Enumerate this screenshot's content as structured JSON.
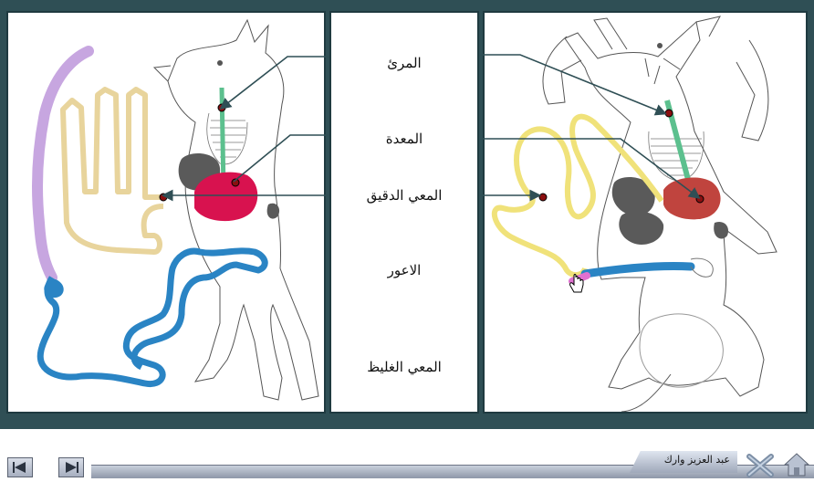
{
  "labels": {
    "esophagus": "المرئ",
    "stomach": "المعدة",
    "small_intestine": "المعي الدقيق",
    "caecum": "الاعور",
    "large_intestine": "المعي الغليظ"
  },
  "toolbar": {
    "author": "عبد العزيز وارك",
    "prev_icon": "prev-arrow-icon",
    "next_icon": "next-arrow-icon",
    "close_icon": "close-x-icon",
    "home_icon": "home-icon"
  },
  "colors": {
    "frame": "#2f4f55",
    "esophagus": "#5cc08e",
    "stomach_left": "#d8124f",
    "stomach_right": "#c0443e",
    "small_intestine": "#e8d49c",
    "small_intestine_right": "#f0e27a",
    "large_intestine": "#2a84c4",
    "caecum_left": "#c7a6e0",
    "caecum_right": "#e070d0",
    "liver": "#5a5a5a"
  }
}
